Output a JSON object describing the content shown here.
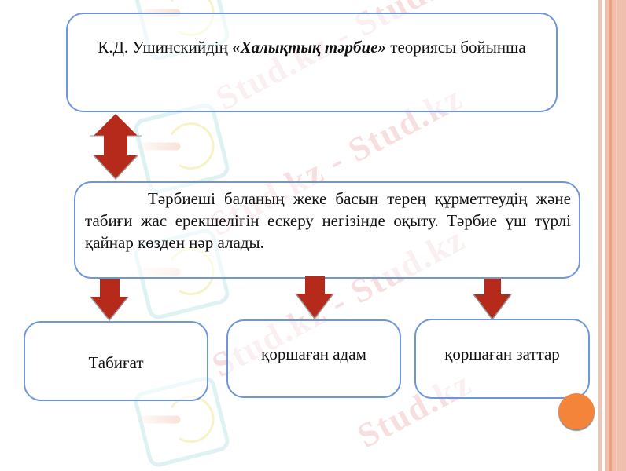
{
  "slide": {
    "top_box": {
      "prefix": "К.Д. Ушинскийдің ",
      "emphasis": "«Халықтық тәрбие»",
      "suffix": " теориясы бойынша"
    },
    "middle_box": {
      "text": "Тәрбиеші баланың жеке басын терең құрметтеудің және табиғи жас ерекшелігін ескеру негізінде оқыту. Тәрбие үш түрлі қайнар көзден нәр алады."
    },
    "sources": [
      {
        "label": "Табиғат"
      },
      {
        "label": "қоршаған адам"
      },
      {
        "label": "қоршаған заттар"
      }
    ]
  },
  "watermarks": {
    "text_a": "Stud.kz",
    "text_b": "Stud.kz - Stud.kz"
  },
  "colors": {
    "box_border": "#6f96d8",
    "arrow_fill": "#b52a1a",
    "page_circle": "#f4843a",
    "stripe_light": "#f2c3b2",
    "stripe_dark": "#ee9d78"
  }
}
